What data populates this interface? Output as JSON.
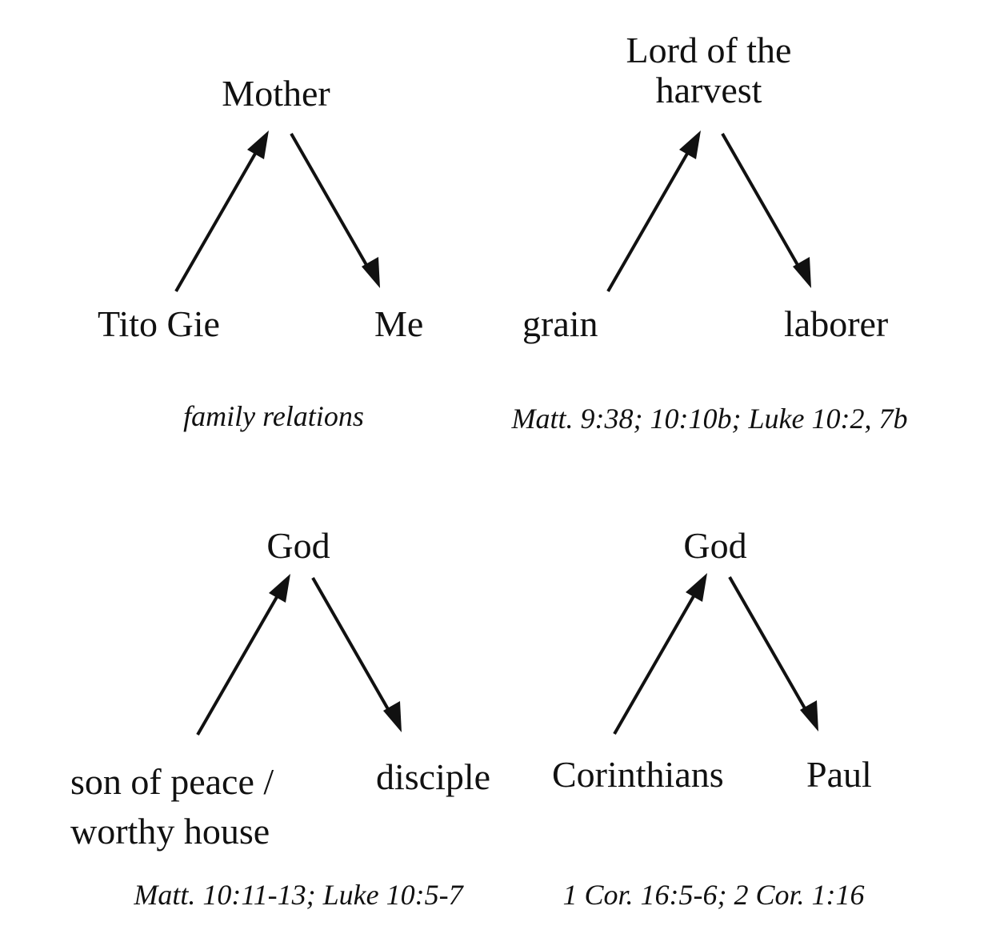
{
  "panels": [
    {
      "top": "Mother",
      "left": "Tito Gie",
      "right": "Me",
      "caption": "family relations"
    },
    {
      "top": "Lord of the\nharvest",
      "left": "grain",
      "right": "laborer",
      "caption": "Matt. 9:38; 10:10b; Luke 10:2, 7b"
    },
    {
      "top": "God",
      "left": "son of peace /\nworthy house",
      "right": "disciple",
      "caption": "Matt. 10:11-13; Luke 10:5-7"
    },
    {
      "top": "God",
      "left": "Corinthians",
      "right": "Paul",
      "caption": "1 Cor. 16:5-6; 2 Cor. 1:16"
    }
  ]
}
